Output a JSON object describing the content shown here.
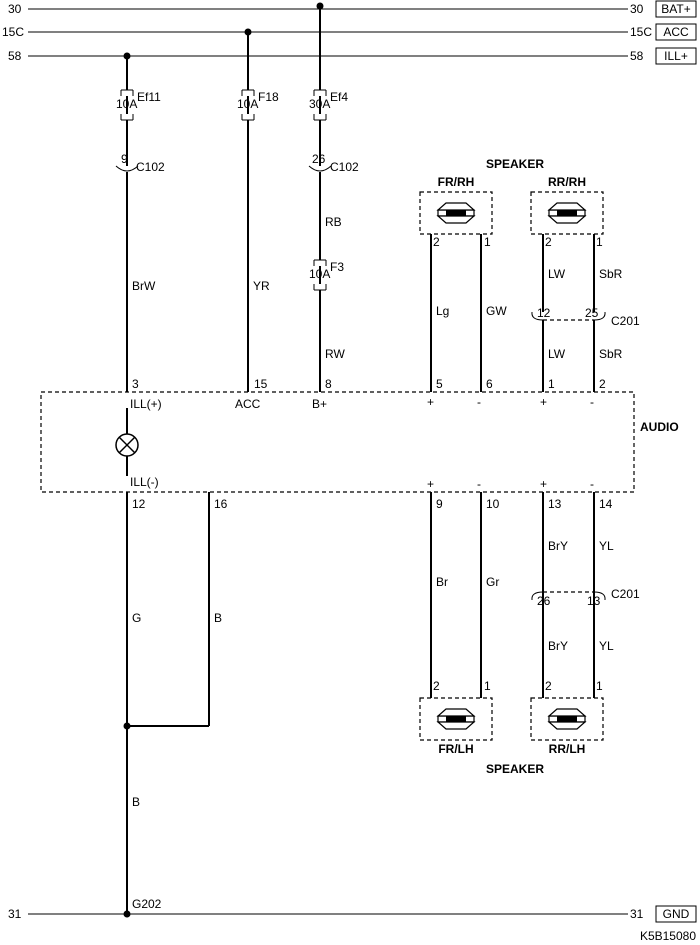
{
  "rails": {
    "bat": {
      "left": "30",
      "right": "30",
      "tag": "BAT+"
    },
    "acc": {
      "left": "15C",
      "right": "15C",
      "tag": "ACC"
    },
    "ill": {
      "left": "58",
      "right": "58",
      "tag": "ILL+"
    },
    "gnd": {
      "left": "31",
      "right": "31",
      "tag": "GND"
    }
  },
  "fuses": {
    "ef11": {
      "name": "Ef11",
      "rating": "10A"
    },
    "f18": {
      "name": "F18",
      "rating": "10A"
    },
    "ef4": {
      "name": "Ef4",
      "rating": "30A"
    },
    "f3": {
      "name": "F3",
      "rating": "10A"
    }
  },
  "connectors": {
    "c102_ill": {
      "pin": "9",
      "name": "C102"
    },
    "c102_bat": {
      "pin": "26",
      "name": "C102"
    },
    "c201_top": {
      "pin_a": "12",
      "pin_b": "25",
      "name": "C201"
    },
    "c201_bot": {
      "pin_a": "26",
      "pin_b": "13",
      "name": "C201"
    }
  },
  "wires": {
    "brw": "BrW",
    "yr": "YR",
    "rb": "RB",
    "rw": "RW",
    "lg": "Lg",
    "gw": "GW",
    "lw_a": "LW",
    "sbr_a": "SbR",
    "lw_b": "LW",
    "sbr_b": "SbR",
    "g": "G",
    "b_16": "B",
    "b_gnd": "B",
    "br": "Br",
    "gr": "Gr",
    "bry_a": "BrY",
    "yl_a": "YL",
    "bry_b": "BrY",
    "yl_b": "YL"
  },
  "audio": {
    "name": "AUDIO",
    "pins_top": [
      {
        "num": "3",
        "label": "ILL(+)"
      },
      {
        "num": "15",
        "label": "ACC"
      },
      {
        "num": "8",
        "label": "B+"
      },
      {
        "num": "5",
        "label": "+"
      },
      {
        "num": "6",
        "label": "-"
      },
      {
        "num": "1",
        "label": "+"
      },
      {
        "num": "2",
        "label": "-"
      }
    ],
    "pins_bottom": [
      {
        "num": "12",
        "label": "ILL(-)"
      },
      {
        "num": "16",
        "label": ""
      },
      {
        "num": "9",
        "label": "+"
      },
      {
        "num": "10",
        "label": "-"
      },
      {
        "num": "13",
        "label": "+"
      },
      {
        "num": "14",
        "label": "-"
      }
    ]
  },
  "speakers": {
    "group_label_top": "SPEAKER",
    "group_label_bottom": "SPEAKER",
    "fr_rh": {
      "name": "FR/RH",
      "pin_a": "2",
      "pin_b": "1"
    },
    "rr_rh": {
      "name": "RR/RH",
      "pin_a": "2",
      "pin_b": "1"
    },
    "fr_lh": {
      "name": "FR/LH",
      "pin_a": "2",
      "pin_b": "1"
    },
    "rr_lh": {
      "name": "RR/LH",
      "pin_a": "2",
      "pin_b": "1"
    }
  },
  "ground": {
    "name": "G202"
  },
  "diagram_code": "K5B15080"
}
